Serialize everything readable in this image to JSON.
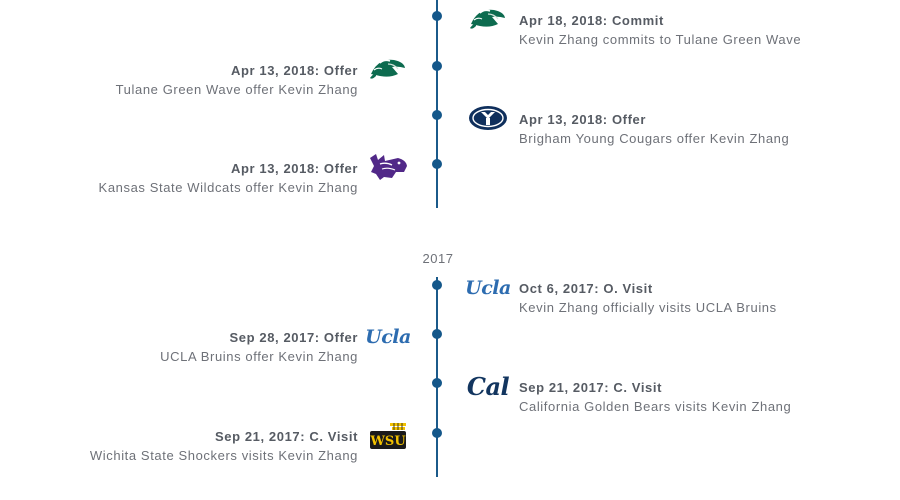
{
  "timeline": {
    "groups": [
      {
        "year": "",
        "events": [
          {
            "side": "right",
            "title": "Apr 18, 2018: Commit",
            "description": "Kevin Zhang commits to Tulane Green Wave",
            "logo": "tulane-green-wave-logo"
          },
          {
            "side": "left",
            "title": "Apr 13, 2018: Offer",
            "description": "Tulane Green Wave offer Kevin Zhang",
            "logo": "tulane-green-wave-logo"
          },
          {
            "side": "right",
            "title": "Apr 13, 2018: Offer",
            "description": "Brigham Young Cougars offer Kevin Zhang",
            "logo": "byu-logo"
          },
          {
            "side": "left",
            "title": "Apr 13, 2018: Offer",
            "description": "Kansas State Wildcats offer Kevin Zhang",
            "logo": "kansas-state-wildcat-logo"
          }
        ]
      },
      {
        "year": "2017",
        "events": [
          {
            "side": "right",
            "title": "Oct 6, 2017: O. Visit",
            "description": "Kevin Zhang officially visits UCLA Bruins",
            "logo": "ucla-logo",
            "logo_text": "Ucla"
          },
          {
            "side": "left",
            "title": "Sep 28, 2017: Offer",
            "description": "UCLA Bruins offer Kevin Zhang",
            "logo": "ucla-logo",
            "logo_text": "Ucla"
          },
          {
            "side": "right",
            "title": "Sep 21, 2017: C. Visit",
            "description": "California Golden Bears visits Kevin Zhang",
            "logo": "cal-logo",
            "logo_text": "Cal"
          },
          {
            "side": "left",
            "title": "Sep 21, 2017: C. Visit",
            "description": "Wichita State Shockers visits Kevin Zhang",
            "logo": "wichita-state-shockers-logo",
            "logo_text": "WSU"
          }
        ]
      }
    ]
  },
  "colors": {
    "timeline_line": "#1b5a8a",
    "timeline_dot": "#14578a",
    "title_text": "#565b63",
    "description_text": "#6e7178",
    "tulane_green": "#0d6b4f",
    "byu_navy": "#0f2f5c",
    "kstate_purple": "#512888",
    "ucla_blue": "#2d6cb0",
    "cal_navy": "#12355f",
    "wichita_yellow": "#f2c100"
  }
}
